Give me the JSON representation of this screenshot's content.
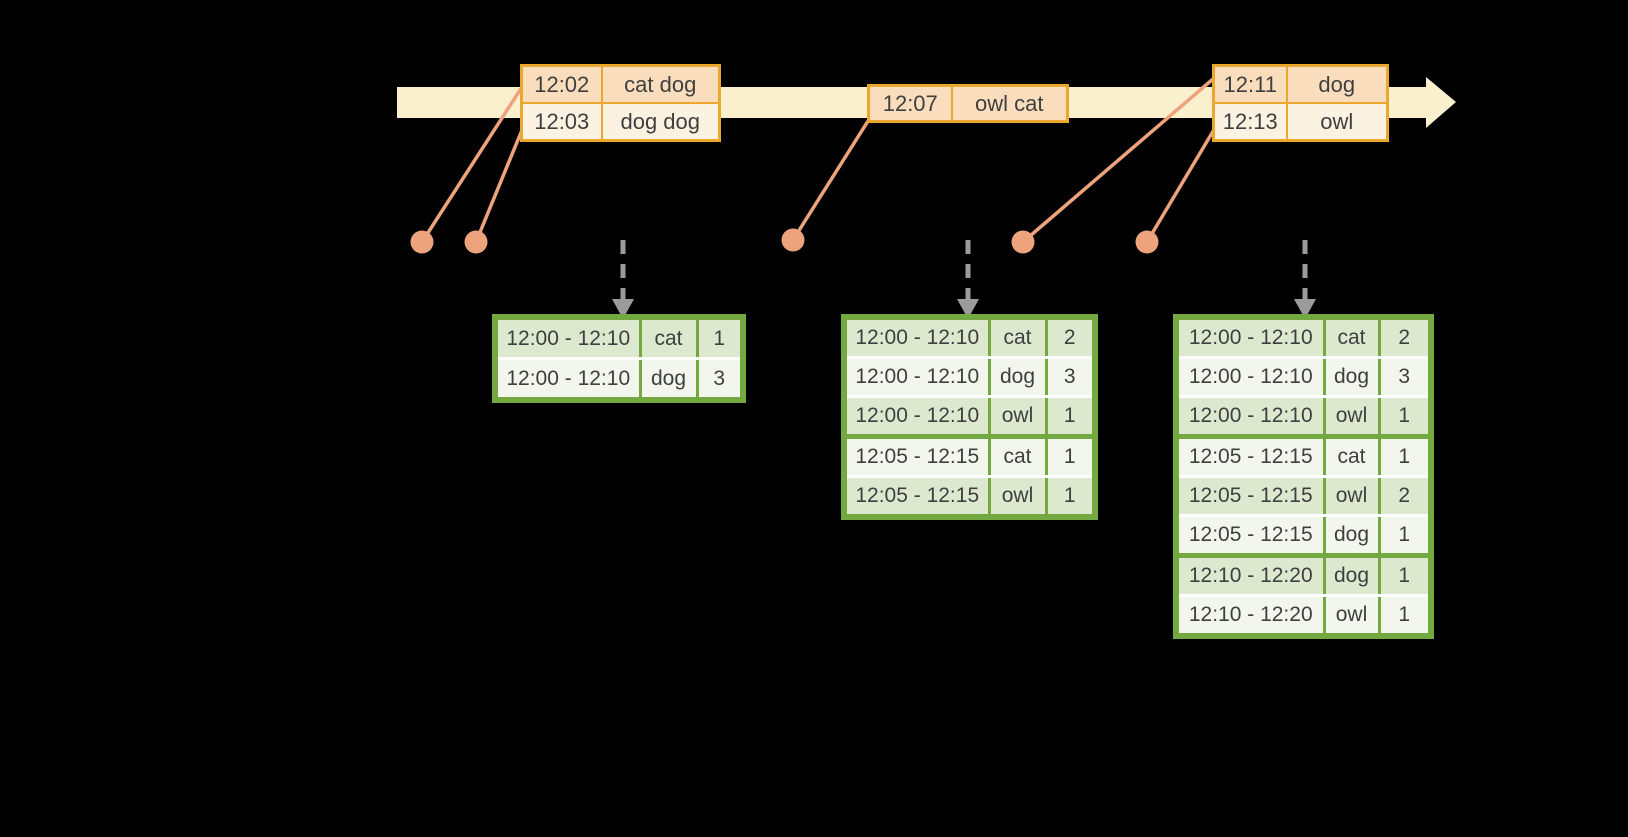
{
  "event_tables": [
    {
      "rows": [
        {
          "time": "12:02",
          "words": "cat dog"
        },
        {
          "time": "12:03",
          "words": "dog dog"
        }
      ]
    },
    {
      "rows": [
        {
          "time": "12:07",
          "words": "owl cat"
        }
      ]
    },
    {
      "rows": [
        {
          "time": "12:11",
          "words": "dog"
        },
        {
          "time": "12:13",
          "words": "owl"
        }
      ]
    }
  ],
  "result_tables": [
    {
      "rows": [
        {
          "window": "12:00 - 12:10",
          "word": "cat",
          "count": "1"
        },
        {
          "window": "12:00 - 12:10",
          "word": "dog",
          "count": "3"
        }
      ]
    },
    {
      "rows": [
        {
          "window": "12:00 - 12:10",
          "word": "cat",
          "count": "2"
        },
        {
          "window": "12:00 - 12:10",
          "word": "dog",
          "count": "3"
        },
        {
          "window": "12:00 - 12:10",
          "word": "owl",
          "count": "1"
        },
        {
          "window": "12:05 - 12:15",
          "word": "cat",
          "count": "1"
        },
        {
          "window": "12:05 - 12:15",
          "word": "owl",
          "count": "1"
        }
      ]
    },
    {
      "rows": [
        {
          "window": "12:00 - 12:10",
          "word": "cat",
          "count": "2"
        },
        {
          "window": "12:00 - 12:10",
          "word": "dog",
          "count": "3"
        },
        {
          "window": "12:00 - 12:10",
          "word": "owl",
          "count": "1"
        },
        {
          "window": "12:05 - 12:15",
          "word": "cat",
          "count": "1"
        },
        {
          "window": "12:05 - 12:15",
          "word": "owl",
          "count": "2"
        },
        {
          "window": "12:05 - 12:15",
          "word": "dog",
          "count": "1"
        },
        {
          "window": "12:10 - 12:20",
          "word": "dog",
          "count": "1"
        },
        {
          "window": "12:10 - 12:20",
          "word": "owl",
          "count": "1"
        }
      ]
    }
  ],
  "colors": {
    "background": "#000000",
    "timeline_band": "#FBF0CE",
    "event_table_border": "#ECA72E",
    "event_row_dark": "#FADDBD",
    "event_row_light": "#FCF2E2",
    "event_marker": "#EDA47D",
    "result_table_border": "#74A942",
    "result_row_dark": "#DCE9CF",
    "result_row_light": "#F2F6EC",
    "trigger_arrow": "#9B9B9B",
    "text": "#3F3F3F"
  }
}
